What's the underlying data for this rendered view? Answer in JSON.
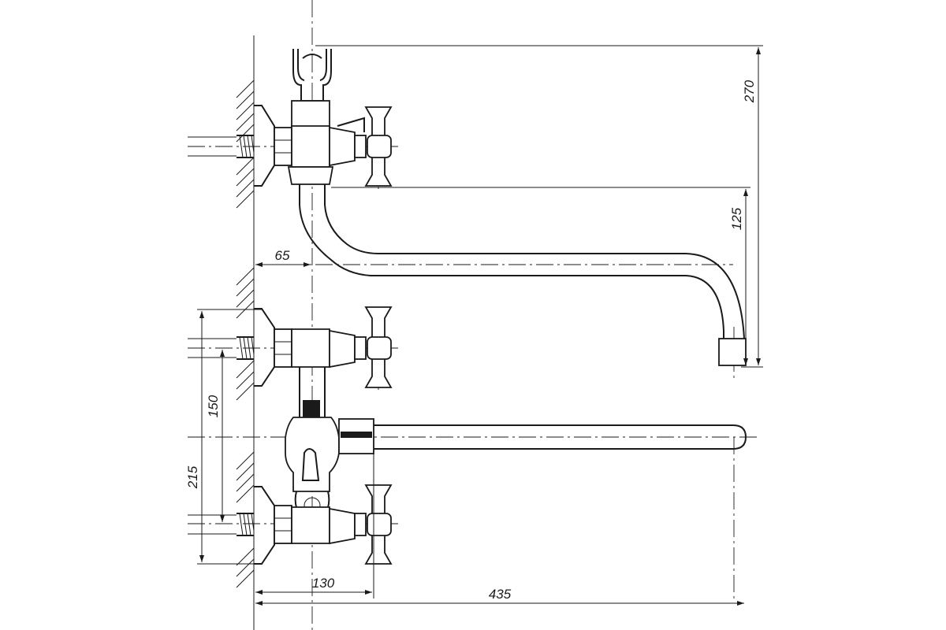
{
  "dimensions": {
    "d270": "270",
    "d125": "125",
    "d65": "65",
    "d150": "150",
    "d215": "215",
    "d130": "130",
    "d435": "435"
  },
  "colors": {
    "line": "#1a1a1a",
    "background": "#ffffff"
  }
}
